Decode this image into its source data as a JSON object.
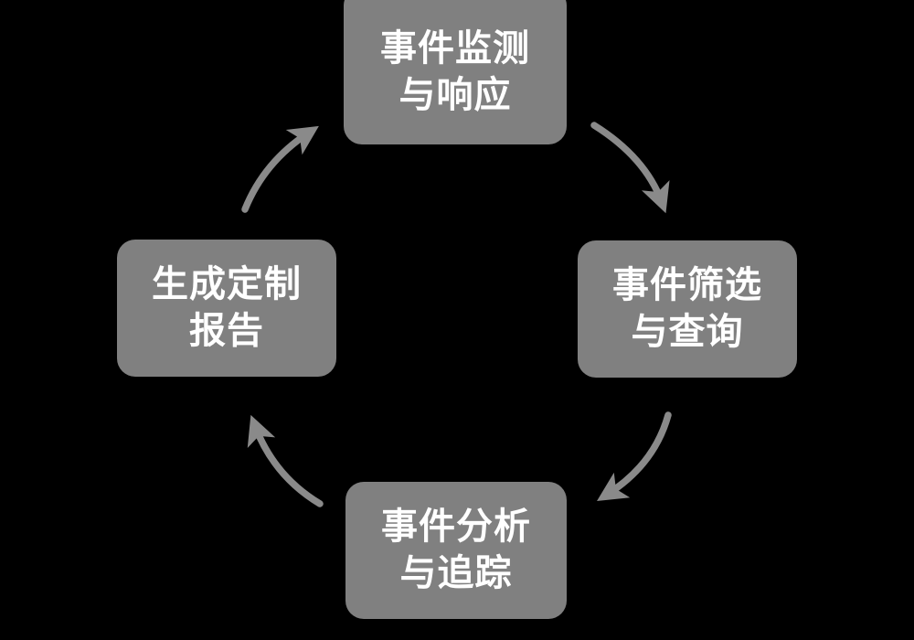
{
  "diagram": {
    "title": "",
    "type": "cycle",
    "direction": "clockwise",
    "background_color": "#000000",
    "node_fill_color": "#808080",
    "node_text_color": "#ffffff",
    "arrow_color": "#8a8a8a",
    "nodes": [
      {
        "id": "node-top",
        "position": "top",
        "line1": "事件监测",
        "line2": "与响应"
      },
      {
        "id": "node-right",
        "position": "right",
        "line1": "事件筛选",
        "line2": "与查询"
      },
      {
        "id": "node-bottom",
        "position": "bottom",
        "line1": "事件分析",
        "line2": "与追踪"
      },
      {
        "id": "node-left",
        "position": "left",
        "line1": "生成定制",
        "line2": "报告"
      }
    ],
    "arrows": [
      {
        "id": "arrow-top-to-right",
        "from": "node-top",
        "to": "node-right"
      },
      {
        "id": "arrow-right-to-bottom",
        "from": "node-right",
        "to": "node-bottom"
      },
      {
        "id": "arrow-bottom-to-left",
        "from": "node-bottom",
        "to": "node-left"
      },
      {
        "id": "arrow-left-to-top",
        "from": "node-left",
        "to": "node-top"
      }
    ]
  }
}
